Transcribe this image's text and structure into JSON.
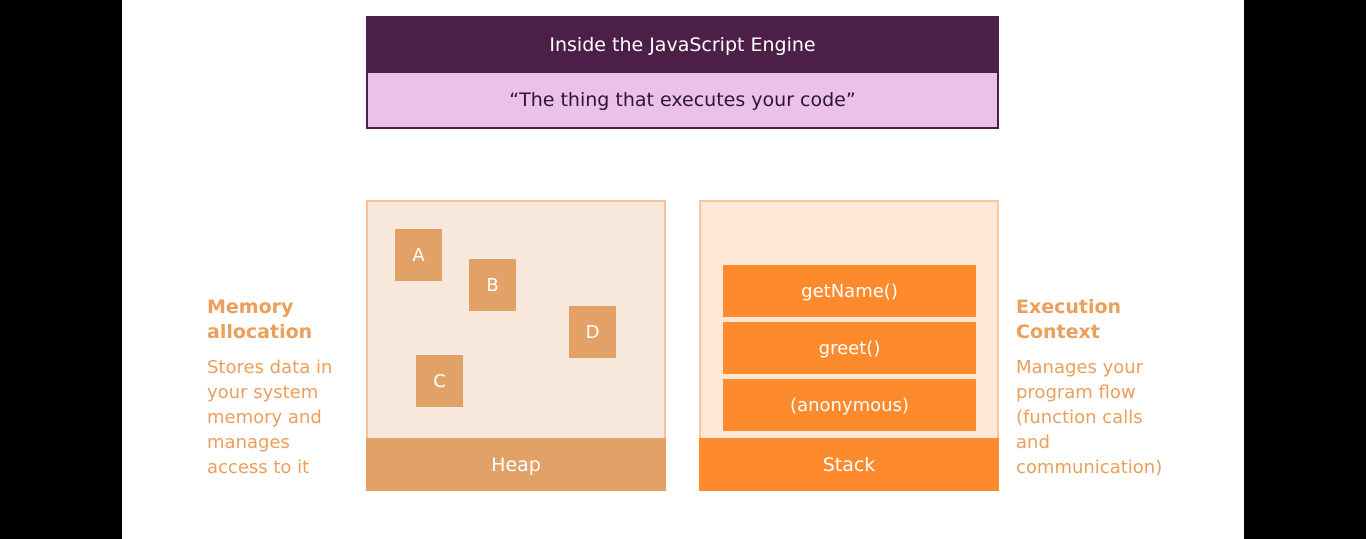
{
  "header": {
    "title": "Inside the JavaScript Engine",
    "subtitle": "“The thing that executes your code”"
  },
  "heap": {
    "label": "Heap",
    "items": [
      "A",
      "B",
      "C",
      "D"
    ]
  },
  "stack": {
    "label": "Stack",
    "frames": [
      "getName()",
      "greet()",
      "(anonymous)"
    ]
  },
  "memory": {
    "heading_line1": "Memory",
    "heading_line2": "allocation",
    "desc_lines": [
      "Stores data in",
      "your system",
      "memory and",
      "manages",
      "access to it"
    ]
  },
  "execution": {
    "heading_line1": "Execution",
    "heading_line2": "Context",
    "desc_lines": [
      "Manages your",
      "program flow",
      "(function calls",
      "and",
      "communication)"
    ]
  },
  "colors": {
    "title_bg": "#4b1f47",
    "subtitle_bg": "#ebc0ea",
    "heap_accent": "#e1a167",
    "stack_accent": "#fd8a2c",
    "side_text": "#ec9f5b"
  }
}
